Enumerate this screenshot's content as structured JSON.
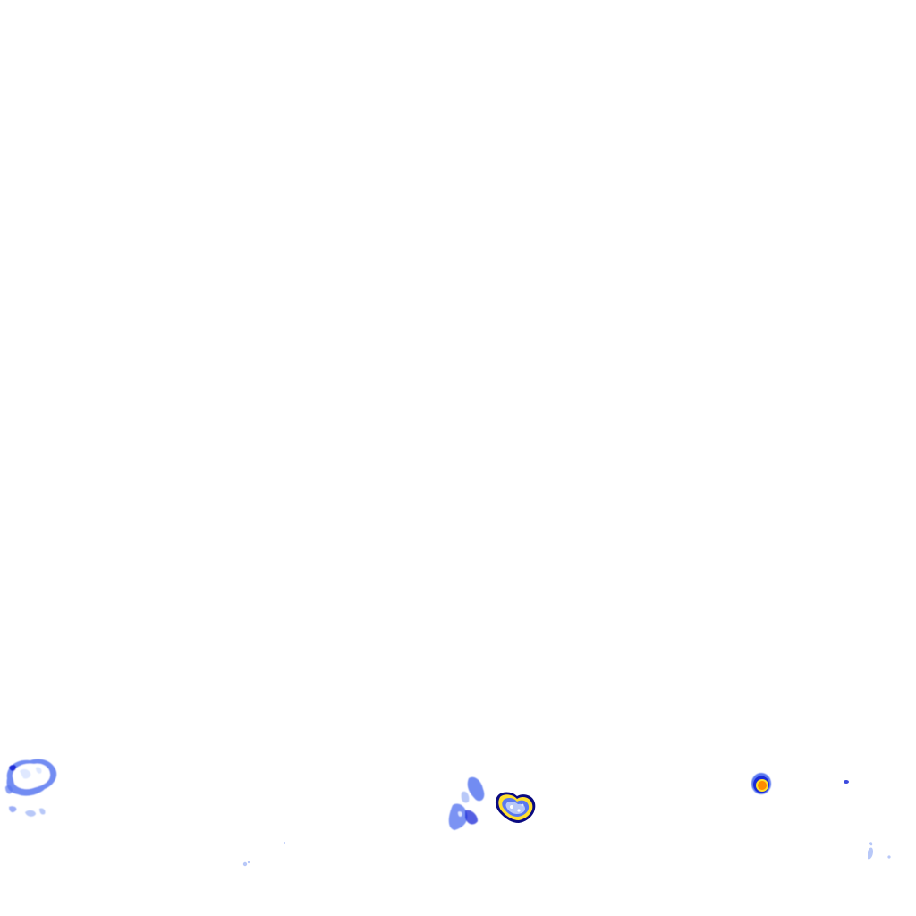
{
  "image": {
    "background": "#ffffff",
    "palette": {
      "light_blue": "#b8c8f8",
      "mid_blue": "#5a78f0",
      "deep_blue": "#1a2ad8",
      "navy": "#0a0a80",
      "yellow": "#ffe030",
      "orange": "#ff8c00",
      "pale": "#dfe8ff"
    },
    "regions": [
      {
        "name": "cloud-left",
        "kind": "precip-echo"
      },
      {
        "name": "cloud-center-left",
        "kind": "precip-echo"
      },
      {
        "name": "cell-center-yellow",
        "kind": "intense-cell"
      },
      {
        "name": "cell-right-orange",
        "kind": "intense-cell"
      },
      {
        "name": "speck-right",
        "kind": "speck"
      },
      {
        "name": "speck-bottom-right",
        "kind": "speck"
      },
      {
        "name": "speck-bottom-mid",
        "kind": "speck"
      }
    ]
  }
}
